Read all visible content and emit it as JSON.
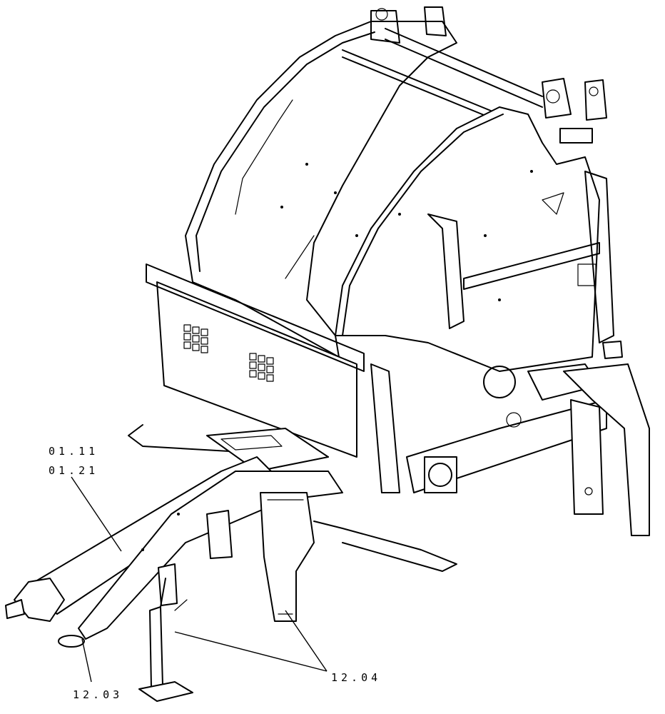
{
  "callouts": {
    "c1": "01.11",
    "c2": "01.21",
    "c3": "12.03",
    "c4": "12.04"
  }
}
